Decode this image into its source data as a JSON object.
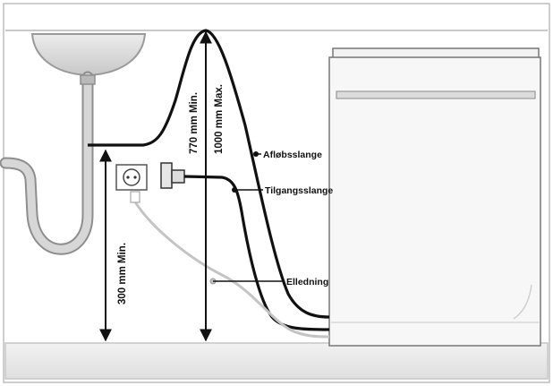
{
  "labels": {
    "drain_hose": "Afløbsslange",
    "supply_hose": "Tilgangsslange",
    "power_cord": "Elledning"
  },
  "dimensions": {
    "height_min_770": "770 mm Min.",
    "height_max_1000": "1000 mm Max.",
    "height_min_300": "300 mm Min."
  },
  "colors": {
    "background": "#ffffff",
    "wall": "#eeeeee",
    "floor": "#e6e6e6",
    "lines": "#111111",
    "power_cord": "#c4c4c4",
    "sink": "#d9d9d9",
    "dishwasher": "#f6f6f6"
  }
}
